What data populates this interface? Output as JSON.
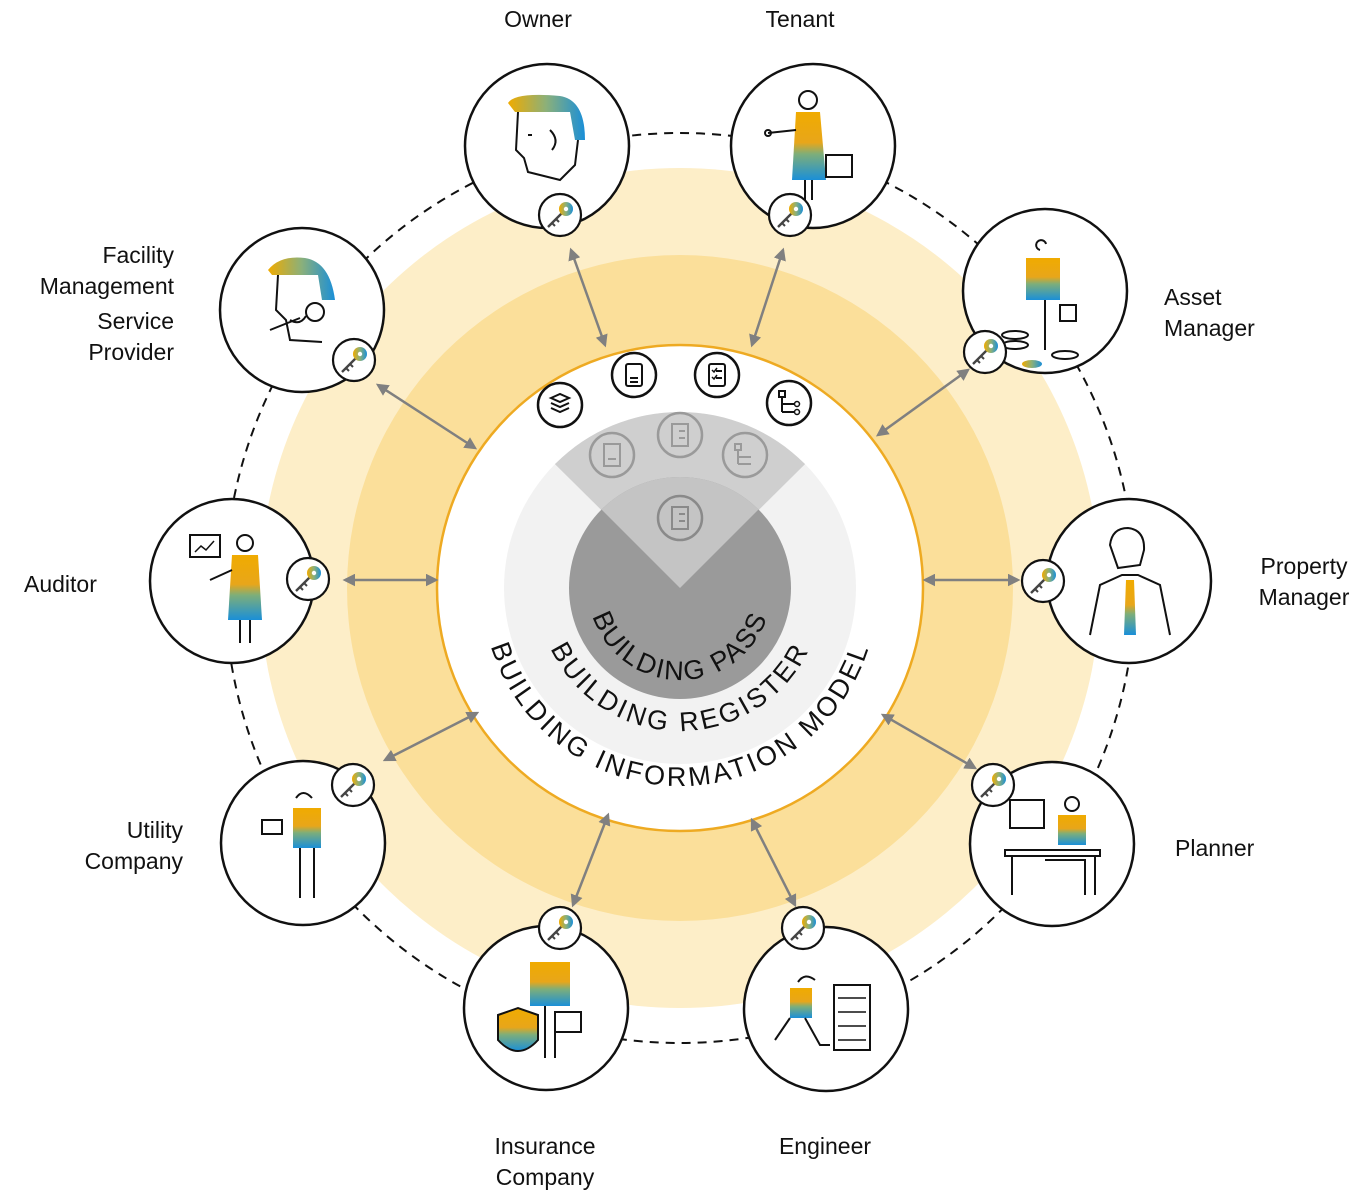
{
  "center": {
    "outer_ring": "BUILDING INFORMATION MODEL",
    "middle_ring": "BUILDING REGISTER",
    "inner_ring": "BUILDING PASS"
  },
  "stakeholders": {
    "owner": {
      "line1": "Owner"
    },
    "tenant": {
      "line1": "Tenant"
    },
    "asset_manager": {
      "line1": "Asset",
      "line2": "Manager"
    },
    "property_manager": {
      "line1": "Property",
      "line2": "Manager"
    },
    "planner": {
      "line1": "Planner"
    },
    "engineer": {
      "line1": "Engineer"
    },
    "insurance_company": {
      "line1": "Insurance",
      "line2": "Company"
    },
    "utility_company": {
      "line1": "Utility",
      "line2": "Company"
    },
    "auditor": {
      "line1": "Auditor"
    },
    "facility_service": {
      "line1": "Facility",
      "line2": "Management",
      "line3": "Service",
      "line4": "Provider"
    }
  },
  "colors": {
    "ring_light": "#fdeec8",
    "ring_dark": "#fbdf9a",
    "ring_border": "#eeaa22",
    "accent_yellow": "#f0ab00",
    "accent_blue": "#1a8fd8",
    "accent_green": "#7dae7a",
    "pass_dark": "#9a9a9a",
    "arrow_gray": "#808080"
  },
  "icons": [
    "user-key-icon",
    "document-icon",
    "checklist-icon",
    "hierarchy-icon",
    "database-icon"
  ]
}
